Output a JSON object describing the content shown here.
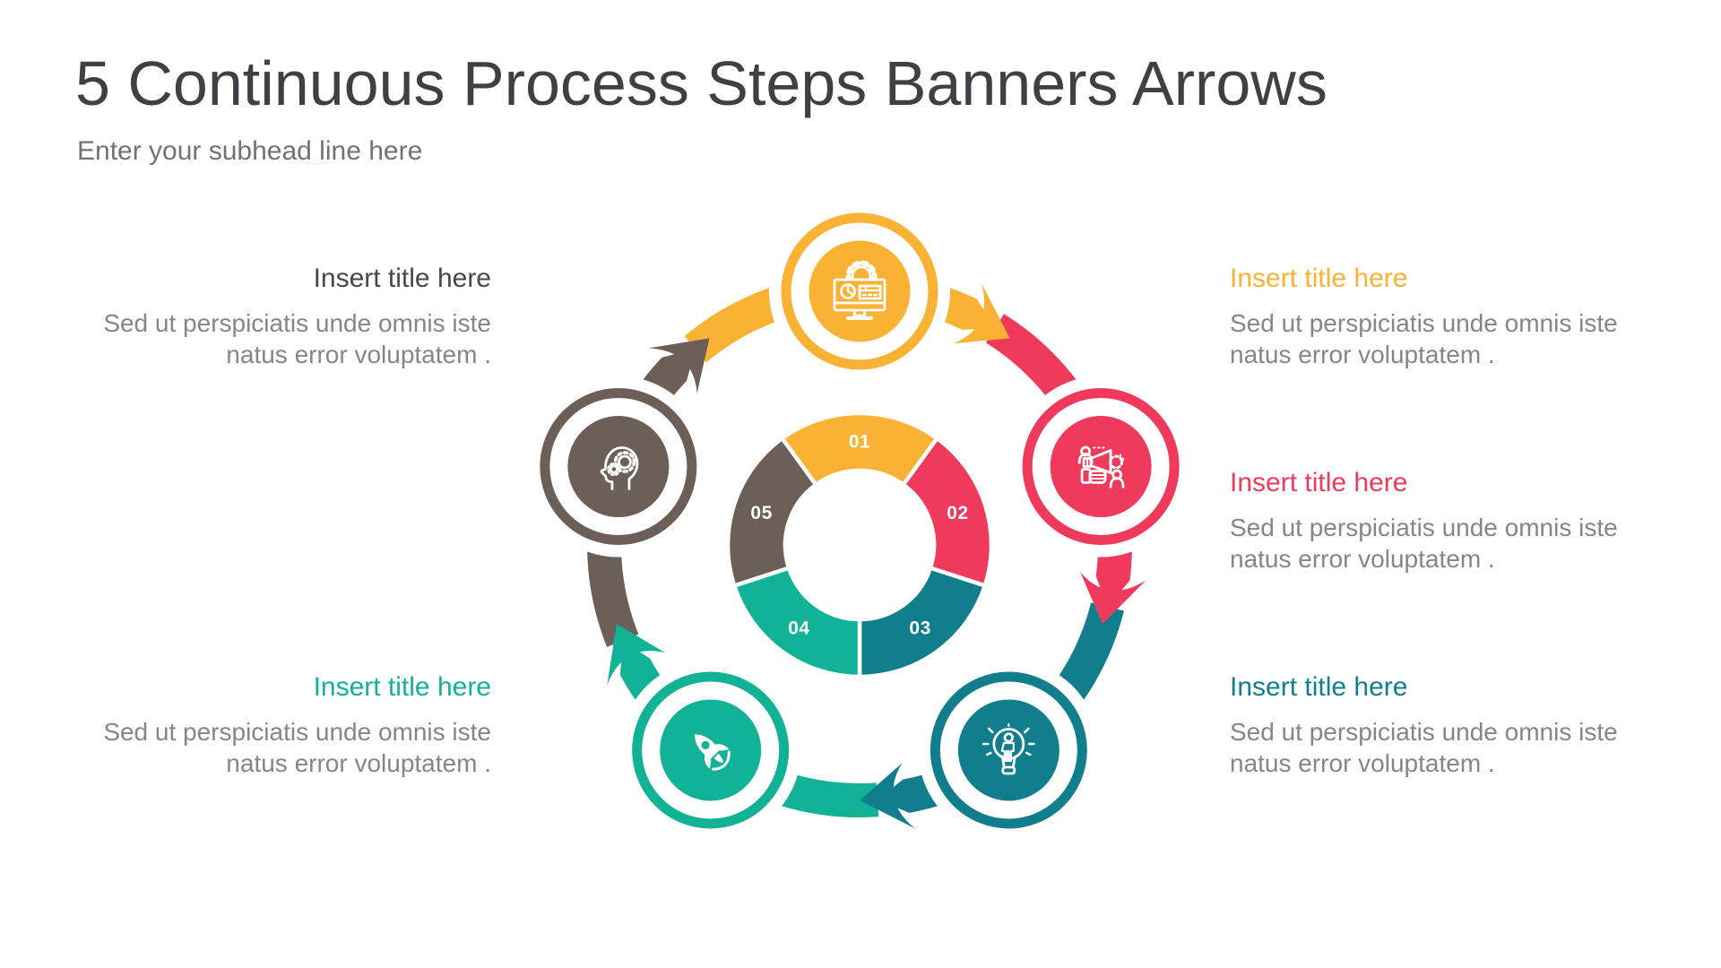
{
  "slide": {
    "title": "5 Continuous Process Steps Banners Arrows",
    "subtitle": "Enter your subhead line here"
  },
  "text_colors": {
    "heading": "#3F4043",
    "subtitle": "#717176",
    "body": "#85868A"
  },
  "steps": [
    {
      "number": "01",
      "title": "Insert title here",
      "description": "Sed ut perspiciatis unde omnis iste natus error voluptatem .",
      "color": "#F9B234",
      "title_color": "#F9B234",
      "icon": "dashboard-monitor-icon",
      "position": "right-top"
    },
    {
      "number": "02",
      "title": "Insert title here",
      "description": "Sed ut perspiciatis unde omnis iste natus error voluptatem .",
      "color": "#EF3A5C",
      "title_color": "#EF3A5C",
      "icon": "megaphone-promotion-icon",
      "position": "right-middle"
    },
    {
      "number": "03",
      "title": "Insert title here",
      "description": "Sed ut perspiciatis unde omnis iste natus error voluptatem .",
      "color": "#117E8E",
      "title_color": "#117E8E",
      "icon": "idea-person-bulb-icon",
      "position": "right-bottom"
    },
    {
      "number": "04",
      "title": "Insert title here",
      "description": "Sed ut perspiciatis unde omnis iste natus error voluptatem .",
      "color": "#12B296",
      "title_color": "#12B296",
      "icon": "rocket-icon",
      "position": "left-bottom"
    },
    {
      "number": "05",
      "title": "Insert title here",
      "description": "Sed ut perspiciatis unde omnis iste natus error voluptatem .",
      "color": "#6C5F57",
      "title_color": "#47474C",
      "icon": "thinking-head-gears-icon",
      "position": "left-top"
    }
  ],
  "chart_data": {
    "type": "pie",
    "title": "5 Continuous Process Steps Banners Arrows",
    "categories": [
      "01",
      "02",
      "03",
      "04",
      "05"
    ],
    "values": [
      20,
      20,
      20,
      20,
      20
    ],
    "colors": [
      "#F9B234",
      "#EF3A5C",
      "#117E8E",
      "#12B296",
      "#6C5F57"
    ],
    "layout": "donut with 5 equal 72-degree segments, 01 centered at top, numbered clockwise; surrounded by 5 circular icon nodes connected by clockwise curved banner arrows"
  }
}
